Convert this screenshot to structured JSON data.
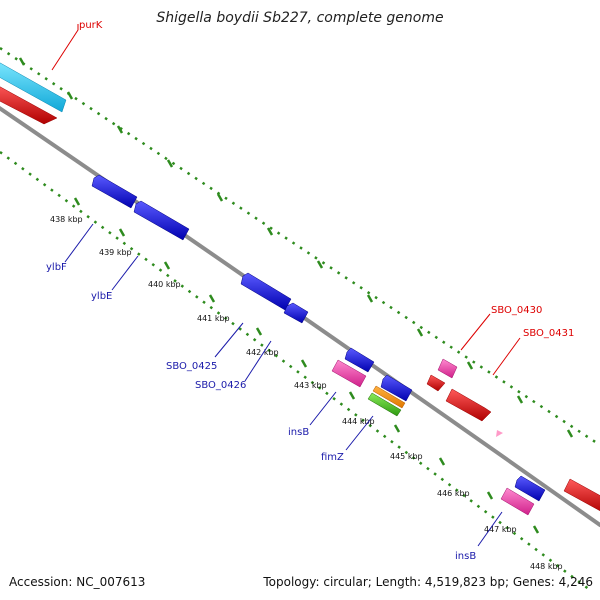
{
  "title": "Shigella boydii Sb227, complete genome",
  "footer": {
    "accession": "Accession: NC_007613",
    "summary": "Topology: circular; Length: 4,519,823 bp; Genes: 4,246"
  },
  "colors": {
    "backbone": "#8c8c8c",
    "dots": "#2e8b1e",
    "forward_label": "#dd0000",
    "reverse_label": "#1a1aaa"
  },
  "tick_labels": [
    "438 kbp",
    "439 kbp",
    "440 kbp",
    "441 kbp",
    "442 kbp",
    "443 kbp",
    "444 kbp",
    "445 kbp",
    "446 kbp",
    "447 kbp",
    "448 kbp"
  ],
  "gene_labels": {
    "purK": "purK",
    "ylbF": "ylbF",
    "ylbE": "ylbE",
    "SBO_0425": "SBO_0425",
    "SBO_0426": "SBO_0426",
    "insB_1": "insB",
    "fimZ": "fimZ",
    "insB_2": "insB",
    "SBO_0430": "SBO_0430",
    "SBO_0431": "SBO_0431"
  }
}
